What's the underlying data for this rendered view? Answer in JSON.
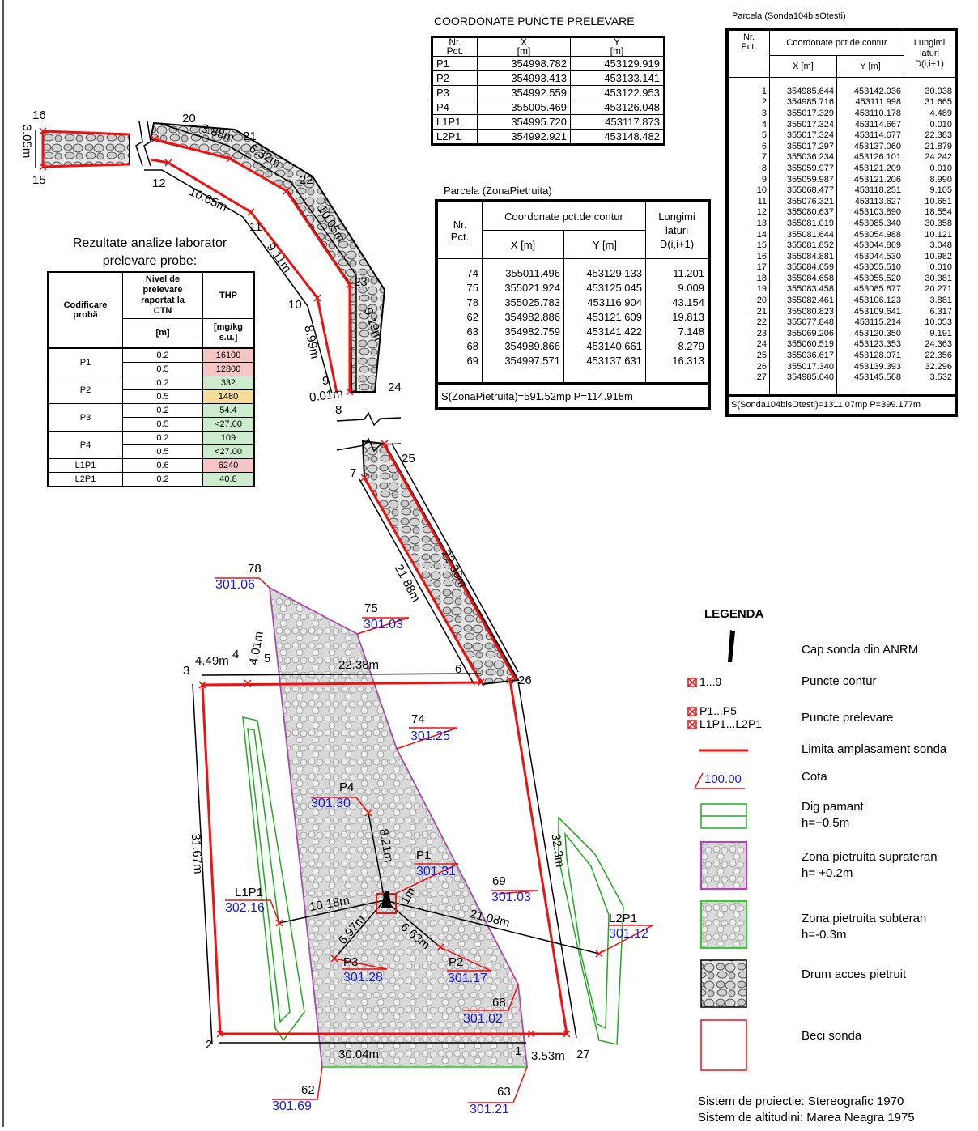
{
  "coord_table": {
    "title": "COORDONATE PUNCTE PRELEVARE",
    "headers": [
      "Nr.\nPct.",
      "X\n[m]",
      "Y\n[m]"
    ],
    "rows": [
      [
        "P1",
        "354998.782",
        "453129.919"
      ],
      [
        "P2",
        "354993.413",
        "453133.141"
      ],
      [
        "P3",
        "354992.559",
        "453122.953"
      ],
      [
        "P4",
        "355005.469",
        "453126.048"
      ],
      [
        "L1P1",
        "354995.720",
        "453117.873"
      ],
      [
        "L2P1",
        "354992.921",
        "453148.482"
      ]
    ]
  },
  "zona_table": {
    "title": "Parcela (ZonaPietruita)",
    "h_nr": "Nr.\nPct.",
    "h_coord": "Coordonate pct.de contur",
    "h_x": "X [m]",
    "h_y": "Y [m]",
    "h_len": "Lungimi\nlaturi\nD(i,i+1)",
    "rows": [
      [
        "74",
        "355011.496",
        "453129.133",
        "11.201"
      ],
      [
        "75",
        "355021.924",
        "453125.045",
        "9.009"
      ],
      [
        "78",
        "355025.783",
        "453116.904",
        "43.154"
      ],
      [
        "62",
        "354982.886",
        "453121.609",
        "19.813"
      ],
      [
        "63",
        "354982.759",
        "453141.422",
        "7.148"
      ],
      [
        "68",
        "354989.866",
        "453140.661",
        "8.279"
      ],
      [
        "69",
        "354997.571",
        "453137.631",
        "16.313"
      ]
    ],
    "footer": "S(ZonaPietruita)=591.52mp  P=114.918m"
  },
  "sonda_table": {
    "title": "Parcela (Sonda104bisOtesti)",
    "h_nr": "Nr.\nPct.",
    "h_coord": "Coordonate pct.de contur",
    "h_x": "X [m]",
    "h_y": "Y [m]",
    "h_len": "Lungimi\nlaturi\nD(i,i+1)",
    "rows": [
      [
        "1",
        "354985.644",
        "453142.036",
        "30.038"
      ],
      [
        "2",
        "354985.716",
        "453111.998",
        "31.665"
      ],
      [
        "3",
        "355017.329",
        "453110.178",
        "4.489"
      ],
      [
        "4",
        "355017.324",
        "453114.667",
        "0.010"
      ],
      [
        "5",
        "355017.324",
        "453114.677",
        "22.383"
      ],
      [
        "6",
        "355017.297",
        "453137.060",
        "21.879"
      ],
      [
        "7",
        "355036.234",
        "453126.101",
        "24.242"
      ],
      [
        "8",
        "355059.977",
        "453121.209",
        "0.010"
      ],
      [
        "9",
        "355059.987",
        "453121.206",
        "8.990"
      ],
      [
        "10",
        "355068.477",
        "453118.251",
        "9.105"
      ],
      [
        "11",
        "355076.321",
        "453113.627",
        "10.651"
      ],
      [
        "12",
        "355080.637",
        "453103.890",
        "18.554"
      ],
      [
        "13",
        "355081.019",
        "453085.340",
        "30.358"
      ],
      [
        "14",
        "355081.644",
        "453054.988",
        "10.121"
      ],
      [
        "15",
        "355081.852",
        "453044.869",
        "3.048"
      ],
      [
        "16",
        "355084.881",
        "453044.530",
        "10.982"
      ],
      [
        "17",
        "355084.659",
        "453055.510",
        "0.010"
      ],
      [
        "18",
        "355084.658",
        "453055.520",
        "30.381"
      ],
      [
        "19",
        "355083.458",
        "453085.877",
        "20.271"
      ],
      [
        "20",
        "355082.461",
        "453106.123",
        "3.881"
      ],
      [
        "21",
        "355080.823",
        "453109.641",
        "6.317"
      ],
      [
        "22",
        "355077.848",
        "453115.214",
        "10.053"
      ],
      [
        "23",
        "355069.206",
        "453120.350",
        "9.191"
      ],
      [
        "24",
        "355060.519",
        "453123.353",
        "24.363"
      ],
      [
        "25",
        "355036.617",
        "453128.071",
        "22.356"
      ],
      [
        "26",
        "355017.340",
        "453139.393",
        "32.296"
      ],
      [
        "27",
        "354985.640",
        "453145.568",
        "3.532"
      ]
    ],
    "footer": "S(Sonda104bisOtesti)=1311.07mp  P=399.177m"
  },
  "lab": {
    "title1": "Rezultate analize laborator",
    "title2": "prelevare probe:",
    "h_code": "Codificare\nprobă",
    "h_level": "Nivel de\nprelevare\nraportat la\nCTN",
    "h_level_unit": "[m]",
    "h_thp": "THP",
    "h_thp_unit": "[mg/kg\ns.u.]",
    "rows": [
      {
        "code": "P1",
        "levels": [
          "0.2",
          "0.5"
        ],
        "values": [
          "16100",
          "12800"
        ],
        "colors": [
          "red",
          "red"
        ]
      },
      {
        "code": "P2",
        "levels": [
          "0.2",
          "0.5"
        ],
        "values": [
          "332",
          "1480"
        ],
        "colors": [
          "green",
          "orange"
        ]
      },
      {
        "code": "P3",
        "levels": [
          "0.2",
          "0.5"
        ],
        "values": [
          "54.4",
          "<27.00"
        ],
        "colors": [
          "green",
          "green"
        ]
      },
      {
        "code": "P4",
        "levels": [
          "0.2",
          "0.5"
        ],
        "values": [
          "109",
          "<27.00"
        ],
        "colors": [
          "green",
          "green"
        ]
      },
      {
        "code": "L1P1",
        "levels": [
          "0.6"
        ],
        "values": [
          "6240"
        ],
        "colors": [
          "red"
        ]
      },
      {
        "code": "L2P1",
        "levels": [
          "0.2"
        ],
        "values": [
          "40.8"
        ],
        "colors": [
          "green"
        ]
      }
    ]
  },
  "legend": {
    "title": "LEGENDA",
    "items": [
      {
        "label": "Cap sonda din ANRM",
        "sym": "wellhead-icon"
      },
      {
        "label": "Puncte contur",
        "sym_text": "1...9"
      },
      {
        "label": "Puncte prelevare",
        "sym_text": "P1...P5\nL1P1...L2P1"
      },
      {
        "label": "Limita amplasament sonda",
        "sym": "red-line"
      },
      {
        "label": "Cota",
        "sym_text": "100.00"
      },
      {
        "label": "Dig pamant\nh=+0.5m",
        "sym": "dig-swatch"
      },
      {
        "label": "Zona pietruita suprateran\nh= +0.2m",
        "sym": "magenta-swatch"
      },
      {
        "label": "Zona pietruita subteran\nh=-0.3m",
        "sym": "green-swatch"
      },
      {
        "label": "Drum acces pietruit",
        "sym": "gravel-swatch"
      },
      {
        "label": "Beci sonda",
        "sym": "red-square"
      }
    ]
  },
  "footer": {
    "projection": "Sistem de proiectie: Stereografic 1970",
    "altitude": "Sistem de altitudini: Marea Neagra 1975"
  },
  "drawing": {
    "point_labels": [
      "16",
      "15",
      "20",
      "21",
      "12",
      "22",
      "11",
      "23",
      "10",
      "9",
      "24",
      "8",
      "7",
      "25",
      "26",
      "6",
      "5",
      "4",
      "3",
      "2",
      "1",
      "27"
    ],
    "dimensions": [
      "3.05m",
      "3.88m",
      "6.32m",
      "10.65m",
      "10.05m",
      "9.11m",
      "9.19m",
      "8.99m",
      "0.01m",
      "22.36m",
      "21.88m",
      "22.38m",
      "4.49m",
      "4.01m",
      "31.67m",
      "32.3m",
      "30.04m",
      "3.53m",
      "10.18m",
      "21.08m",
      "8.21m",
      "6.97m",
      "6.63m",
      "1m"
    ],
    "cota": [
      {
        "pt": "78",
        "val": "301.06"
      },
      {
        "pt": "75",
        "val": "301.03"
      },
      {
        "pt": "74",
        "val": "301.25"
      },
      {
        "pt": "P4",
        "val": "301.30"
      },
      {
        "pt": "P1",
        "val": "301.31"
      },
      {
        "pt": "69",
        "val": "301.03"
      },
      {
        "pt": "L1P1",
        "val": "302.16"
      },
      {
        "pt": "L2P1",
        "val": "301.12"
      },
      {
        "pt": "P3",
        "val": "301.28"
      },
      {
        "pt": "P2",
        "val": "301.17"
      },
      {
        "pt": "68",
        "val": "301.02"
      },
      {
        "pt": "62",
        "val": "301.69"
      },
      {
        "pt": "63",
        "val": "301.21"
      }
    ]
  }
}
